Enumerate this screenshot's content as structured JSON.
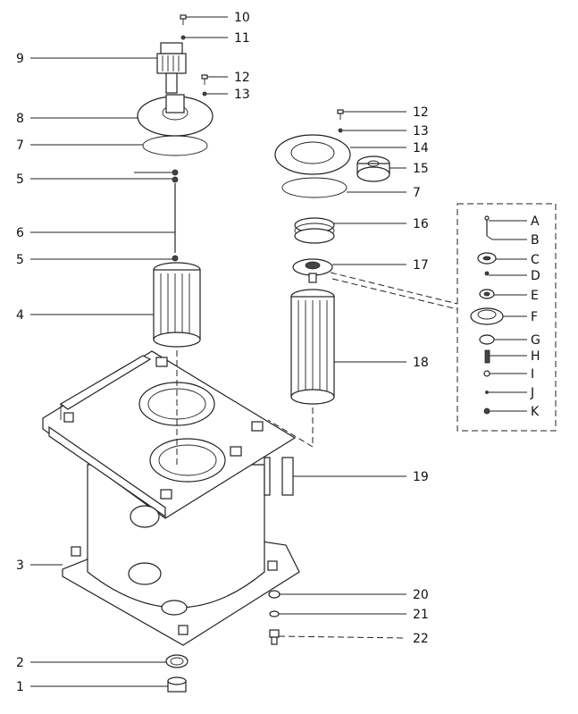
{
  "callouts": {
    "n1": "1",
    "n2": "2",
    "n3": "3",
    "n4": "4",
    "n5a": "5",
    "n5b": "5",
    "n6": "6",
    "n7a": "7",
    "n7b": "7",
    "n8": "8",
    "n9": "9",
    "n10": "10",
    "n11": "11",
    "n12a": "12",
    "n12b": "12",
    "n13a": "13",
    "n13b": "13",
    "n14": "14",
    "n15": "15",
    "n16": "16",
    "n17": "17",
    "n18": "18",
    "n19": "19",
    "n20": "20",
    "n21": "21",
    "n22": "22",
    "A": "A",
    "B": "B",
    "C": "C",
    "D": "D",
    "E": "E",
    "F": "F",
    "G": "G",
    "H": "H",
    "I": "I",
    "J": "J",
    "K": "K"
  },
  "colors": {
    "ink": "#222222",
    "paper": "#ffffff"
  }
}
